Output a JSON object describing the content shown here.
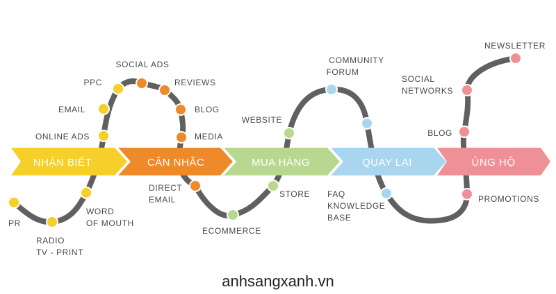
{
  "stages": [
    {
      "label": "NHẬN BIẾT",
      "color": "#f6cf2a"
    },
    {
      "label": "CÂN NHẮC",
      "color": "#ee8a2a"
    },
    {
      "label": "MUA HÀNG",
      "color": "#b9d88f"
    },
    {
      "label": "QUAY LẠI",
      "color": "#a9d6ee"
    },
    {
      "label": "ỦNG HỘ",
      "color": "#ef8f96"
    }
  ],
  "touchpoints": {
    "pr": "PR",
    "radio": "RADIO",
    "tv_print": "TV - PRINT",
    "word": "WORD",
    "of_mouth": "OF MOUTH",
    "online_ads": "ONLINE ADS",
    "email": "EMAIL",
    "ppc": "PPC",
    "social_ads": "SOCIAL ADS",
    "reviews": "REVIEWS",
    "blog_consider": "BLOG",
    "media": "MEDIA",
    "direct": "DIRECT",
    "email2": "EMAIL",
    "ecommerce": "ECOMMERCE",
    "store": "STORE",
    "website": "WEBSITE",
    "community": "COMMUNITY",
    "forum": "FORUM",
    "faq": "FAQ",
    "knowledge": "KNOWLEDGE",
    "base": "BASE",
    "promotions": "PROMOTIONS",
    "blog_advocacy": "BLOG",
    "social": "SOCIAL",
    "networks": "NETWORKS",
    "newsletter": "NEWSLETTER"
  },
  "watermark": "anhsangxanh.vn",
  "colors": {
    "path": "#606060",
    "yellow": "#f6cf2a",
    "orange": "#ee8a2a",
    "green": "#b9d88f",
    "blue": "#a9d6ee",
    "pink": "#ef8f96"
  }
}
